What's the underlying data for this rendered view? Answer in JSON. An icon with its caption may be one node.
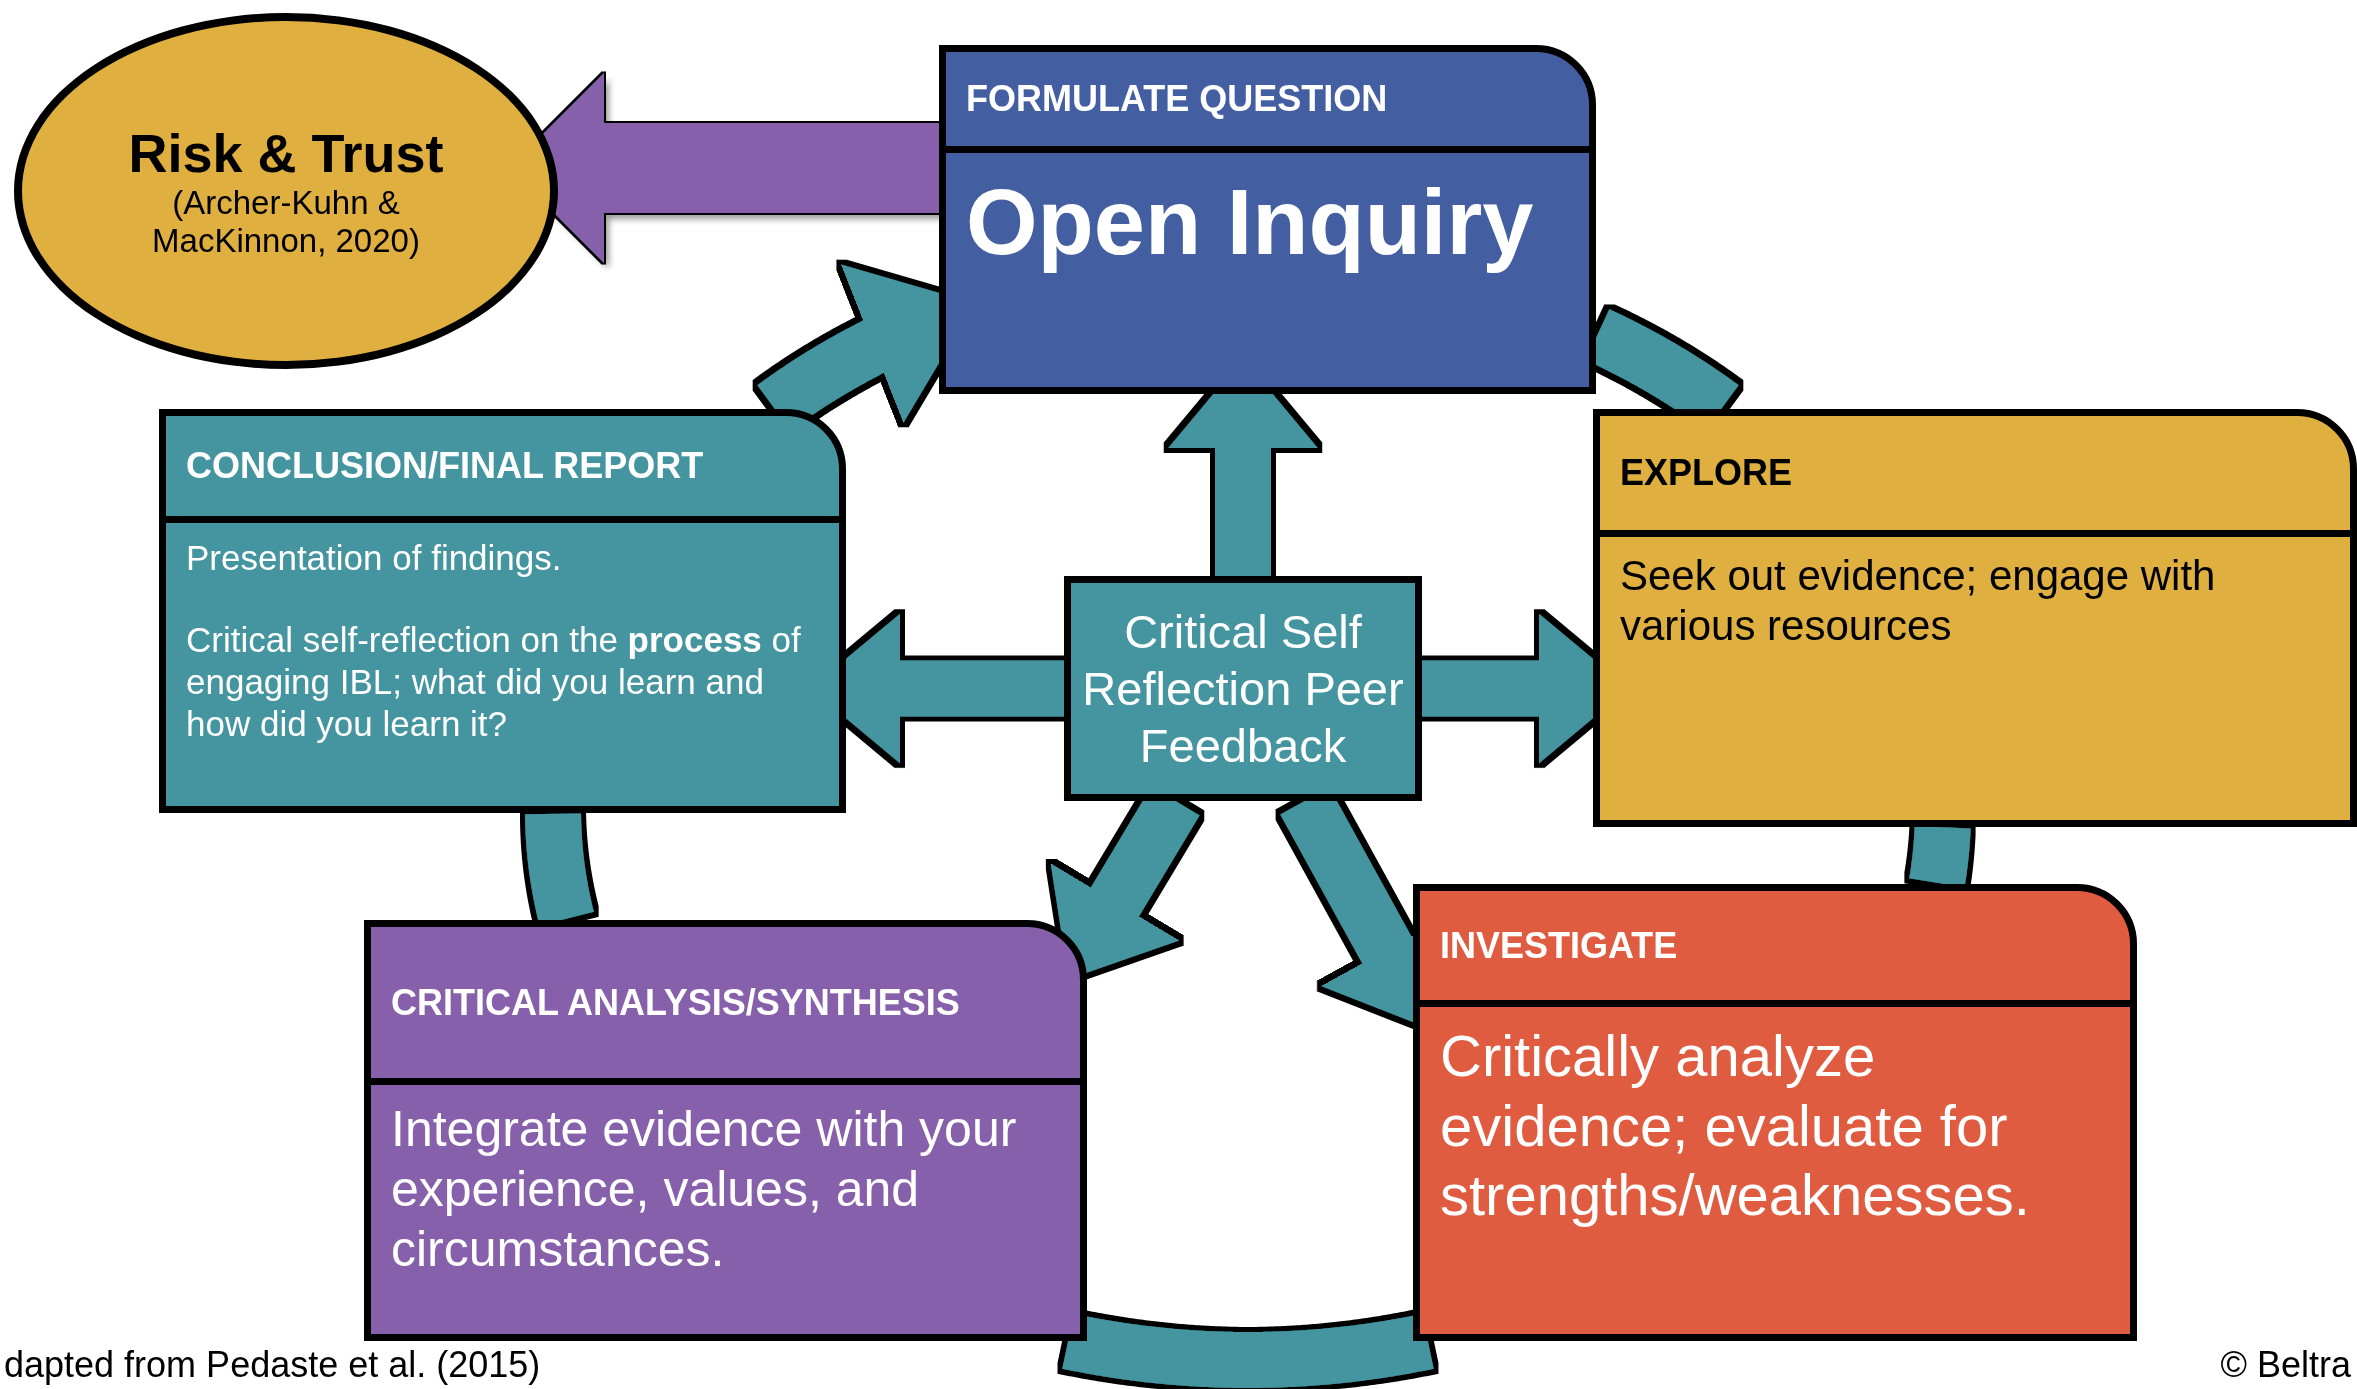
{
  "diagram": {
    "nodes": [
      {
        "text": [
          "Risk & Trust",
          "(Archer-Kuhn & MacKinnon, 2020)"
        ]
      },
      {
        "text": [
          "FORMULATE QUESTION",
          "Open Inquiry"
        ]
      },
      {
        "text": [
          "CONCLUSION/FINAL REPORT",
          "Presentation of findings.",
          "Critical self-reflection on the **process** of engaging IBL; what did you learn and how did you learn it?"
        ]
      },
      {
        "text": [
          "EXPLORE",
          "Seek out evidence; engage with various resources"
        ]
      },
      {
        "text": [
          "Critical Self Reflection Peer Feedback"
        ]
      },
      {
        "text": [
          "CRITICAL ANALYSIS/SYNTHESIS",
          "Integrate evidence with your experience, values, and circumstances."
        ]
      },
      {
        "text": [
          "INVESTIGATE",
          "Critically analyze evidence; evaluate for strengths/weaknesses."
        ]
      }
    ],
    "edges": [
      {
        "from": 1,
        "to": 3,
        "arrow": "none"
      },
      {
        "from": 3,
        "to": 6,
        "arrow": "none"
      },
      {
        "from": 6,
        "to": 5,
        "arrow": "none"
      },
      {
        "from": 5,
        "to": 2,
        "arrow": "none"
      },
      {
        "from": 2,
        "to": 1,
        "arrow": "to"
      },
      {
        "from": 1,
        "to": 0,
        "arrow": "to",
        "color": "#8760ab"
      },
      {
        "from": 4,
        "to": 1,
        "arrow": "to"
      },
      {
        "from": 4,
        "to": 2,
        "arrow": "to"
      },
      {
        "from": 4,
        "to": 3,
        "arrow": "to"
      },
      {
        "from": 4,
        "to": 5,
        "arrow": "to"
      },
      {
        "from": 4,
        "to": 6,
        "arrow": "to"
      }
    ],
    "labels": [
      "dapted from Pedaste et al. (2015)",
      "© Beltra"
    ]
  }
}
